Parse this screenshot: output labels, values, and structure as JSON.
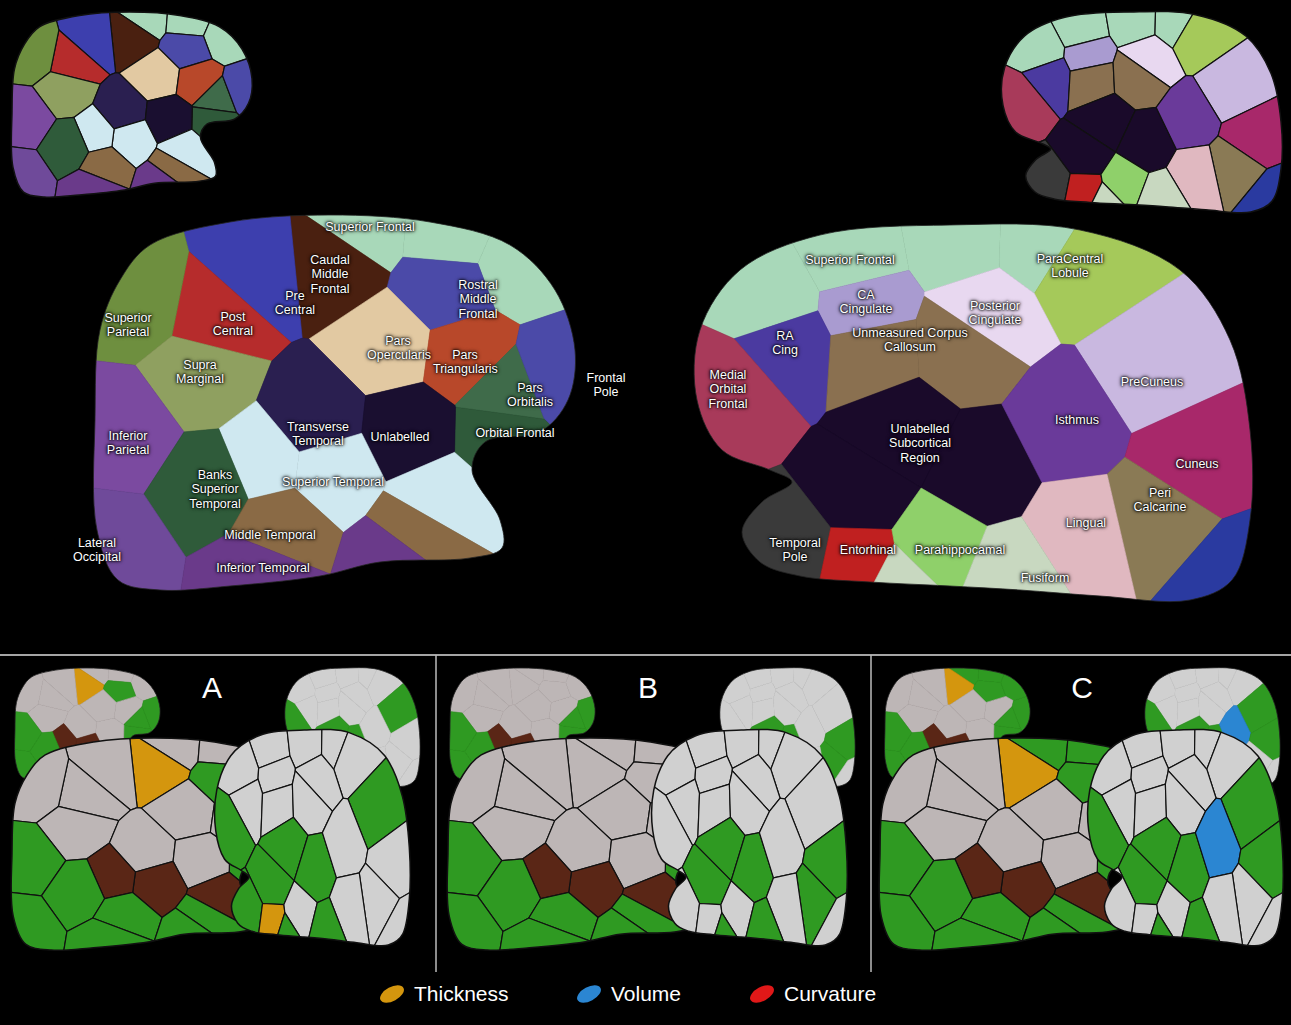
{
  "diagram": {
    "labels": [
      "Superior Frontal",
      "Caudal Middle Frontal",
      "Rostral Middle Frontal",
      "Superior Parietal",
      "Pre Central",
      "Post Central",
      "Pars Opercularis",
      "Pars Triangularis",
      "Supra Marginal",
      "Pars Orbitalis",
      "Frontal Pole",
      "Inferior Parietal",
      "Transverse Temporal",
      "Unlabelled",
      "Orbital Frontal",
      "Banks Superior Temporal",
      "Superior Temporal",
      "Middle Temporal",
      "Lateral Occipital",
      "Inferior Temporal",
      "Superior Frontal",
      "ParaCentral Lobule",
      "CA Cingulate",
      "Posterior Cingulate",
      "RA Cing",
      "Unmeasured Corpus Callosum",
      "Medial Orbital Frontal",
      "PreCuneus",
      "Unlabelled Subcortical Region",
      "Isthmus",
      "Cuneus",
      "Peri Calcarine",
      "Lingual",
      "Temporal Pole",
      "Entorhinal",
      "Parahippocamal",
      "Fusiform",
      "A",
      "B",
      "C"
    ],
    "legend": [
      {
        "text": "Thickness",
        "color": "#d4960e"
      },
      {
        "text": "Volume",
        "color": "#2b86d2"
      },
      {
        "text": "Curvature",
        "color": "#e01818"
      }
    ]
  }
}
